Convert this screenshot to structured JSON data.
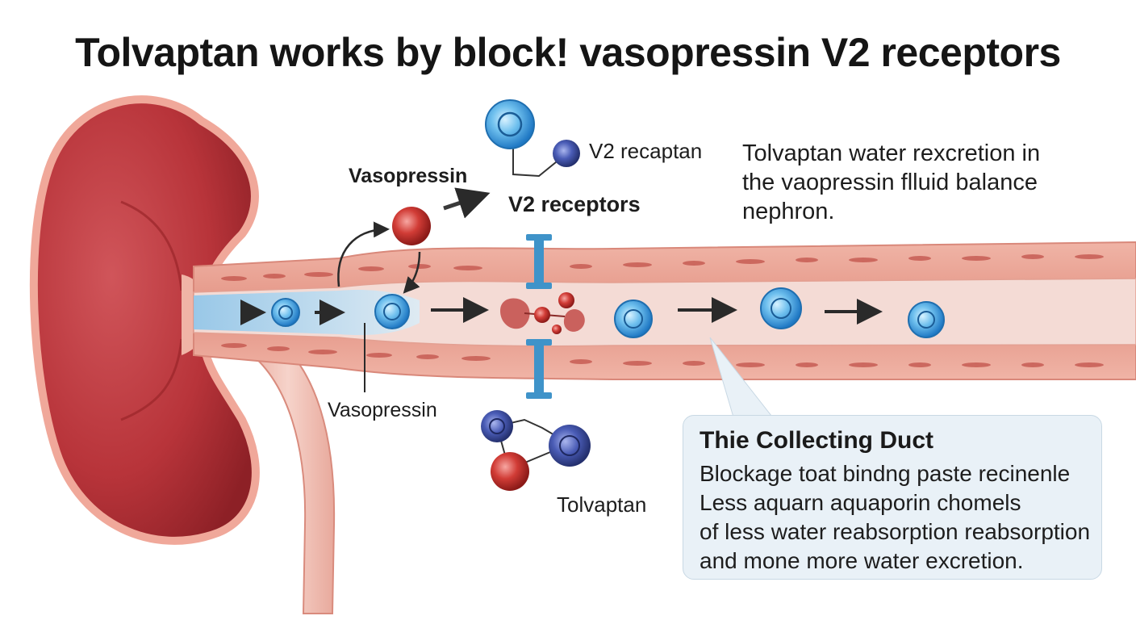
{
  "title": "Tolvaptan works by block! vasopressin V2 receptors",
  "labels": {
    "vasopressin_top": "Vasopressin",
    "v2_receptors": "V2 receptors",
    "v2_recaptan": "V2 recaptan",
    "vasopressin_bottom": "Vasopressin",
    "tolvaptan": "Tolvaptan"
  },
  "description": [
    "Tolvaptan water rexcretion in",
    "the vaopressin flluid balance",
    "nephron."
  ],
  "callout": {
    "title": "Thie Collecting Duct",
    "lines": [
      "Blockage toat bindng paste recinenle",
      "Less aquarn aquaporin chomels",
      "of less water reabsorption reabsorption",
      "and mone more water excretion."
    ]
  },
  "colors": {
    "kidney": "#b8343a",
    "tubule_wall": "#e9a394",
    "lumen": "#f3d8d2",
    "fluid": "#a9d3ef",
    "molecule_blue": "#2f8fd8",
    "molecule_navy": "#3a4a9a",
    "molecule_red": "#c9302c",
    "receptor": "#3f93c9",
    "callout_bg": "#e9f1f7"
  }
}
